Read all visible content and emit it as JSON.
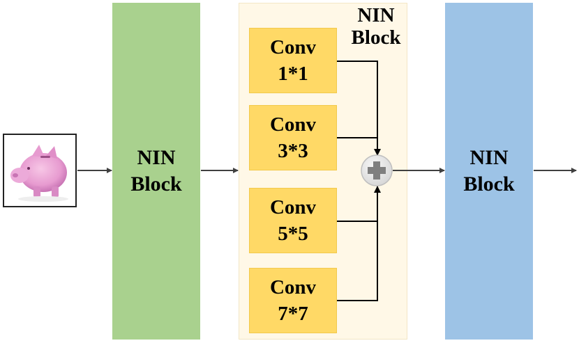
{
  "input": {
    "image": "piggy-bank-image"
  },
  "nin_block_left": {
    "line1": "NIN",
    "line2": "Block"
  },
  "nin_block_center": {
    "title_line1": "NIN",
    "title_line2": "Block",
    "convs": [
      {
        "line1": "Conv",
        "line2": "1*1"
      },
      {
        "line1": "Conv",
        "line2": "3*3"
      },
      {
        "line1": "Conv",
        "line2": "5*5"
      },
      {
        "line1": "Conv",
        "line2": "7*7"
      }
    ],
    "merge_symbol": "+"
  },
  "nin_block_right": {
    "line1": "NIN",
    "line2": "Block"
  },
  "colors": {
    "green_block": "#a9d18e",
    "blue_block": "#9dc3e6",
    "container": "#fff8e7",
    "conv": "#ffd966",
    "plus_circle": "#e7e6e6",
    "plus_sign": "#7f7f7f"
  }
}
